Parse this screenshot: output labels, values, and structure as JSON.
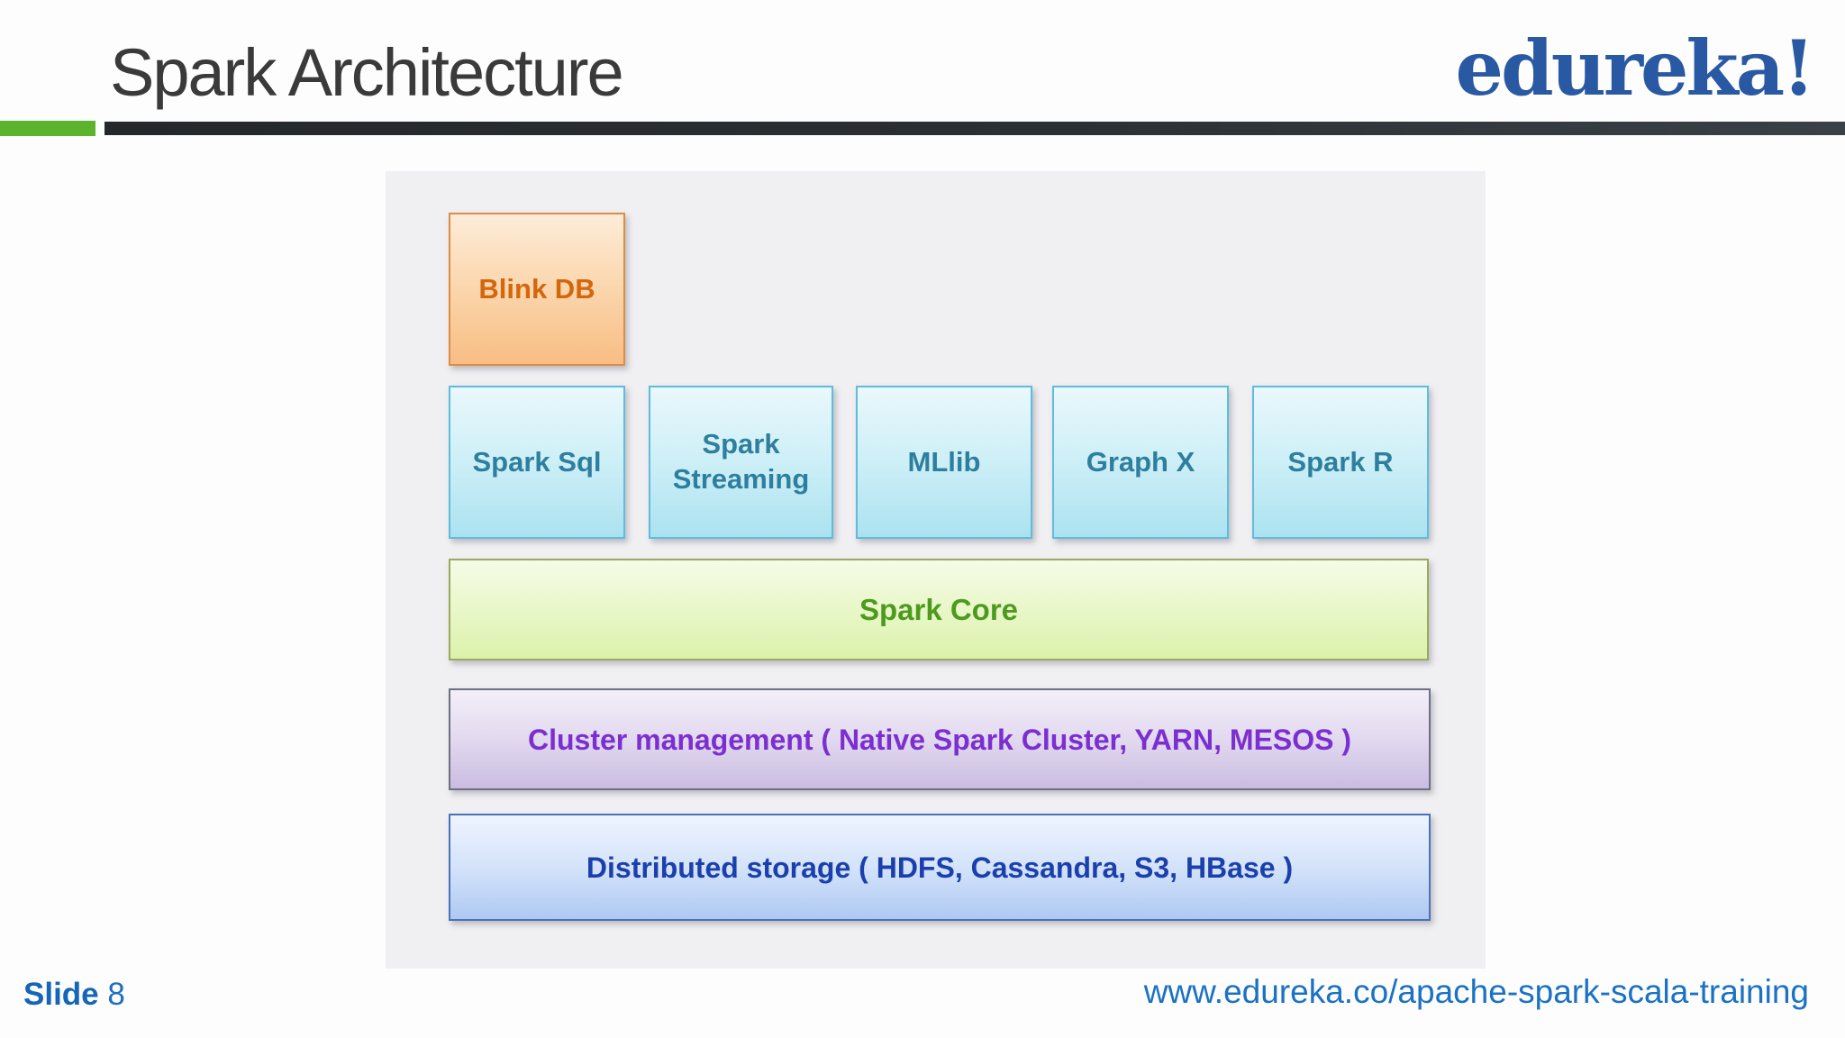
{
  "header": {
    "title": "Spark Architecture",
    "logo_text": "edureka!"
  },
  "diagram": {
    "blink_db": {
      "label": "Blink DB",
      "text_color": "#d2670e",
      "border_color": "#de8c42"
    },
    "components": [
      {
        "label": "Spark Sql"
      },
      {
        "label": "Spark Streaming"
      },
      {
        "label": "MLlib"
      },
      {
        "label": "Graph X"
      },
      {
        "label": "Spark R"
      }
    ],
    "components_text_color": "#2e7f9e",
    "core": {
      "label": "Spark Core",
      "text_color": "#4d9a1e"
    },
    "cluster_management": {
      "label": "Cluster management ( Native Spark Cluster, YARN, MESOS )",
      "text_color": "#7b2fd0"
    },
    "distributed_storage": {
      "label": "Distributed storage ( HDFS, Cassandra, S3, HBase )",
      "text_color": "#1b40ad"
    }
  },
  "footer": {
    "slide_label": "Slide",
    "slide_number": "8",
    "url": "www.edureka.co/apache-spark-scala-training"
  },
  "colors": {
    "accent_green": "#5cb32c",
    "header_bar": "#2b3034",
    "logo_blue": "#2a59a4",
    "panel_bg": "#f0eff2",
    "footer_blue": "#1668b8"
  }
}
